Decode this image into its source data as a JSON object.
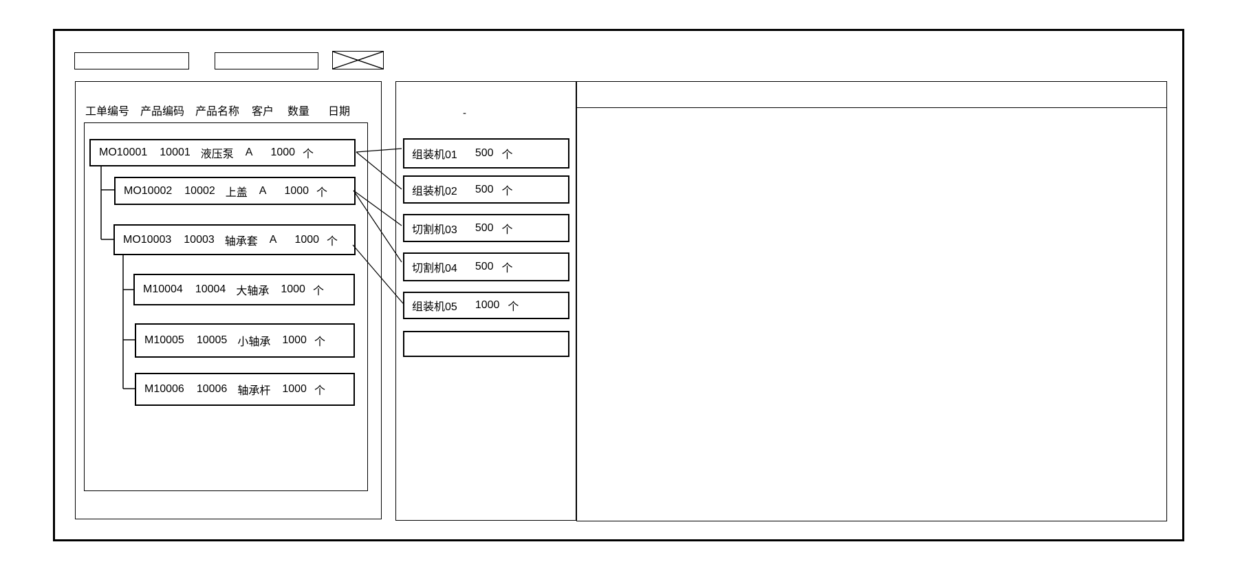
{
  "window": {
    "background_color": "#ffffff",
    "line_color": "#000000"
  },
  "toolbar": {
    "field1": {
      "value": "",
      "placeholder": ""
    },
    "field2": {
      "value": "",
      "placeholder": ""
    }
  },
  "work_order_panel": {
    "columns": {
      "order_id": "工单编号",
      "product_code": "产品编码",
      "product_name": "产品名称",
      "customer": "客户",
      "quantity": "数量",
      "date": "日期"
    },
    "orders": [
      {
        "id": "MO10001",
        "product_code": "10001",
        "product_name": "液压泵",
        "customer": "A",
        "quantity": "1000",
        "unit": "个"
      },
      {
        "id": "MO10002",
        "product_code": "10002",
        "product_name": "上盖",
        "customer": "A",
        "quantity": "1000",
        "unit": "个"
      },
      {
        "id": "MO10003",
        "product_code": "10003",
        "product_name": "轴承套",
        "customer": "A",
        "quantity": "1000",
        "unit": "个"
      },
      {
        "id": "M10004",
        "product_code": "10004",
        "product_name": "大轴承",
        "customer": "",
        "quantity": "1000",
        "unit": "个"
      },
      {
        "id": "M10005",
        "product_code": "10005",
        "product_name": "小轴承",
        "customer": "",
        "quantity": "1000",
        "unit": "个"
      },
      {
        "id": "M10006",
        "product_code": "10006",
        "product_name": "轴承杆",
        "customer": "",
        "quantity": "1000",
        "unit": "个"
      }
    ]
  },
  "machine_panel": {
    "mark": "-",
    "machines": [
      {
        "name": "组装机01",
        "quantity": "500",
        "unit": "个"
      },
      {
        "name": "组装机02",
        "quantity": "500",
        "unit": "个"
      },
      {
        "name": "切割机03",
        "quantity": "500",
        "unit": "个"
      },
      {
        "name": "切割机04",
        "quantity": "500",
        "unit": "个"
      },
      {
        "name": "组装机05",
        "quantity": "1000",
        "unit": "个"
      },
      {
        "name": "",
        "quantity": "",
        "unit": ""
      }
    ]
  }
}
